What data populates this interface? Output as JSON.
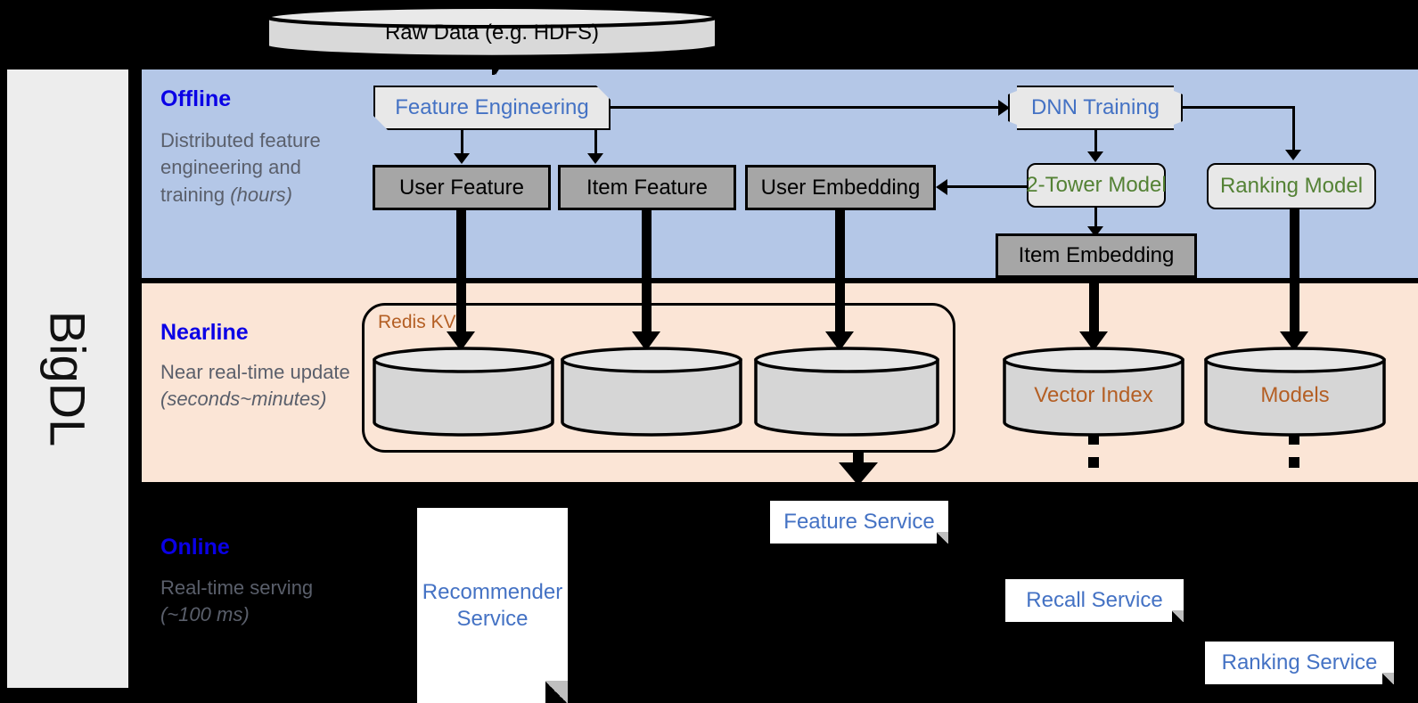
{
  "framework": {
    "name": "BigDL"
  },
  "sections": [
    {
      "id": "offline",
      "title": "Offline",
      "desc_main": "Distributed feature engineering and training ",
      "desc_em": "(hours)"
    },
    {
      "id": "nearline",
      "title": "Nearline",
      "desc_main": "Near real-time update ",
      "desc_em": "(seconds~minutes)"
    },
    {
      "id": "online",
      "title": "Online",
      "desc_main": "Real-time serving ",
      "desc_em": "(~100 ms)"
    }
  ],
  "nodes": {
    "raw_data": "Raw Data (e.g. HDFS)",
    "feature_engineering": "Feature Engineering",
    "dnn_training": "DNN Training",
    "user_feature": "User Feature",
    "item_feature": "Item Feature",
    "user_embedding": "User Embedding",
    "two_tower_model": "2-Tower Model",
    "ranking_model": "Ranking Model",
    "item_embedding": "Item Embedding",
    "redis_kv": "Redis KV",
    "store_user_feature": "",
    "store_item_feature": "",
    "store_user_embedding": "",
    "vector_index": "Vector Index",
    "models": "Models",
    "recommender_service": "Recommender Service",
    "feature_service": "Feature Service",
    "recall_service": "Recall Service",
    "ranking_service": "Ranking Service"
  },
  "colors": {
    "offline_band": "#b4c7e7",
    "nearline_band": "#fbe5d6",
    "online_band": "#000000",
    "sidebar": "#ededed",
    "section_title": "#0a00e6",
    "section_desc": "#5a5f6b",
    "process_text": "#4472c4",
    "model_text": "#548235",
    "store_text": "#b45f24",
    "data_box": "#a6a6a6",
    "node_fill": "#e8e8e8"
  }
}
